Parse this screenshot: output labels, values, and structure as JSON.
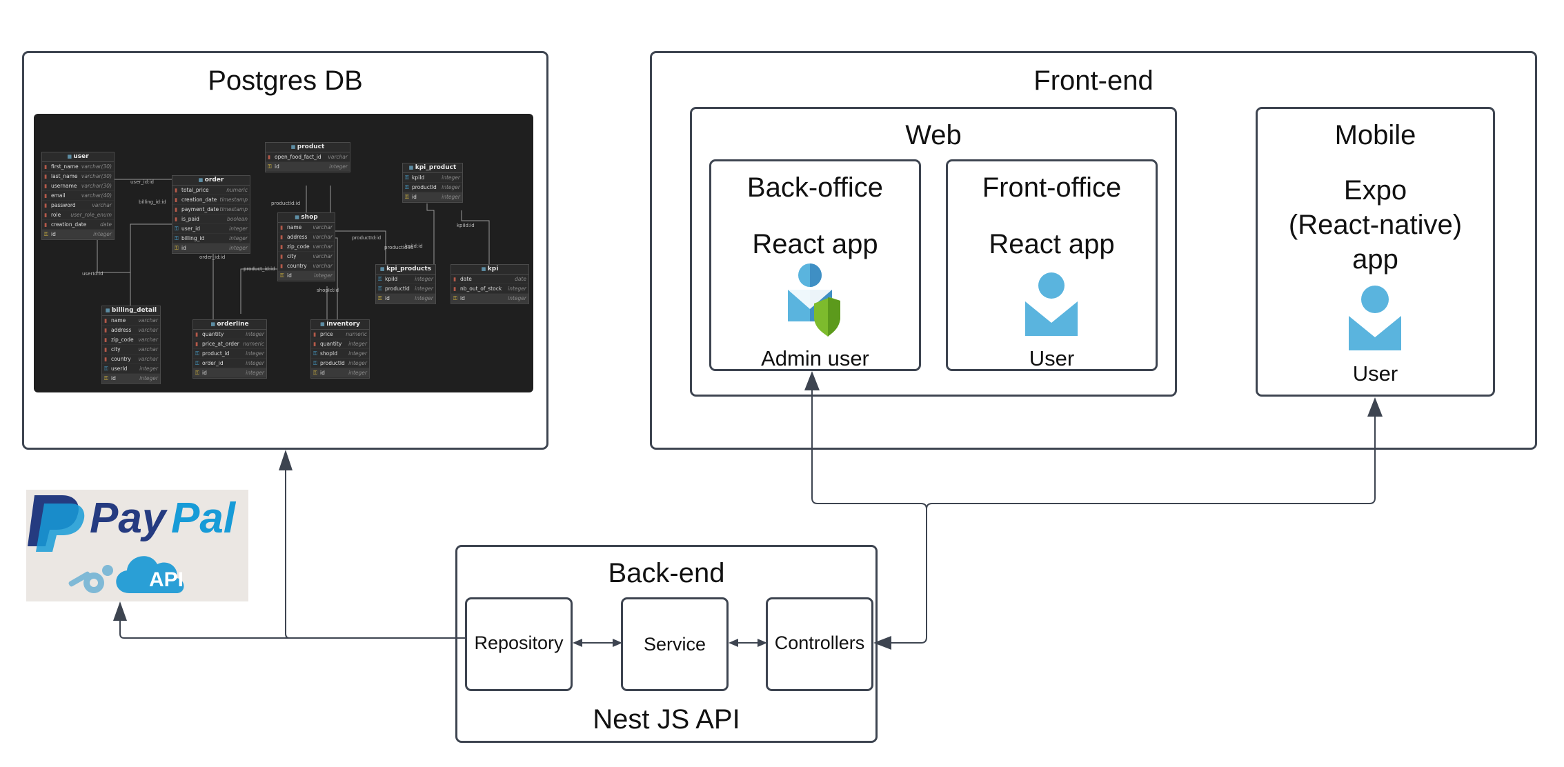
{
  "postgres": {
    "title": "Postgres DB",
    "tables": [
      {
        "name": "user",
        "rows": [
          [
            "first_name",
            "varchar(30)",
            "col"
          ],
          [
            "last_name",
            "varchar(30)",
            "col"
          ],
          [
            "username",
            "varchar(30)",
            "col"
          ],
          [
            "email",
            "varchar(40)",
            "col"
          ],
          [
            "password",
            "varchar",
            "col"
          ],
          [
            "role",
            "user_role_enum",
            "col"
          ],
          [
            "creation_date",
            "date",
            "col"
          ],
          [
            "id",
            "integer",
            "pk"
          ]
        ]
      },
      {
        "name": "order",
        "rows": [
          [
            "total_price",
            "numeric",
            "col"
          ],
          [
            "creation_date",
            "timestamp",
            "col"
          ],
          [
            "payment_date",
            "timestamp",
            "col"
          ],
          [
            "is_paid",
            "boolean",
            "col"
          ],
          [
            "user_id",
            "integer",
            "fk"
          ],
          [
            "billing_id",
            "integer",
            "fk"
          ],
          [
            "id",
            "integer",
            "pk"
          ]
        ]
      },
      {
        "name": "product",
        "rows": [
          [
            "open_food_fact_id",
            "varchar",
            "col"
          ],
          [
            "id",
            "integer",
            "pk"
          ]
        ]
      },
      {
        "name": "kpi_product",
        "rows": [
          [
            "kpiId",
            "integer",
            "fk"
          ],
          [
            "productId",
            "integer",
            "fk"
          ],
          [
            "id",
            "integer",
            "pk"
          ]
        ]
      },
      {
        "name": "shop",
        "rows": [
          [
            "name",
            "varchar",
            "col"
          ],
          [
            "address",
            "varchar",
            "col"
          ],
          [
            "zip_code",
            "varchar",
            "col"
          ],
          [
            "city",
            "varchar",
            "col"
          ],
          [
            "country",
            "varchar",
            "col"
          ],
          [
            "id",
            "integer",
            "pk"
          ]
        ]
      },
      {
        "name": "kpi_products",
        "rows": [
          [
            "kpiId",
            "integer",
            "fk"
          ],
          [
            "productId",
            "integer",
            "fk"
          ],
          [
            "id",
            "integer",
            "pk"
          ]
        ]
      },
      {
        "name": "kpi",
        "rows": [
          [
            "date",
            "date",
            "col"
          ],
          [
            "nb_out_of_stock",
            "integer",
            "col"
          ],
          [
            "id",
            "integer",
            "pk"
          ]
        ]
      },
      {
        "name": "billing_detail",
        "rows": [
          [
            "name",
            "varchar",
            "col"
          ],
          [
            "address",
            "varchar",
            "col"
          ],
          [
            "zip_code",
            "varchar",
            "col"
          ],
          [
            "city",
            "varchar",
            "col"
          ],
          [
            "country",
            "varchar",
            "col"
          ],
          [
            "userId",
            "integer",
            "fk"
          ],
          [
            "id",
            "integer",
            "pk"
          ]
        ]
      },
      {
        "name": "orderline",
        "rows": [
          [
            "quantity",
            "integer",
            "col"
          ],
          [
            "price_at_order",
            "numeric",
            "col"
          ],
          [
            "product_id",
            "integer",
            "fk"
          ],
          [
            "order_id",
            "integer",
            "fk"
          ],
          [
            "id",
            "integer",
            "pk"
          ]
        ]
      },
      {
        "name": "inventory",
        "rows": [
          [
            "price",
            "numeric",
            "col"
          ],
          [
            "quantity",
            "integer",
            "col"
          ],
          [
            "shopId",
            "integer",
            "fk"
          ],
          [
            "productId",
            "integer",
            "fk"
          ],
          [
            "id",
            "integer",
            "pk"
          ]
        ]
      }
    ],
    "relation_labels": [
      "user_id:id",
      "billing_id:id",
      "userId:id",
      "order_id:id",
      "product_id:id",
      "productId:id",
      "productId:id",
      "productId:id",
      "kpiId:id",
      "kpiId:id",
      "shopId:id"
    ]
  },
  "frontend": {
    "title": "Front-end",
    "web": {
      "title": "Web",
      "backoffice": {
        "title": "Back-office",
        "app": "React app",
        "user": "Admin user"
      },
      "frontoffice": {
        "title": "Front-office",
        "app": "React app",
        "user": "User"
      }
    },
    "mobile": {
      "title": "Mobile",
      "app_line1": "Expo",
      "app_line2": "(React-native)",
      "app_line3": "app",
      "user": "User"
    }
  },
  "paypal": {
    "brand_pay": "Pay",
    "brand_pal": "Pal",
    "api": "API"
  },
  "backend": {
    "title": "Back-end",
    "subtitle": "Nest JS API",
    "repository": "Repository",
    "service": "Service",
    "controllers": "Controllers"
  },
  "colors": {
    "border": "#3d4450",
    "user_icon": "#5ab4de",
    "user_icon_dark": "#3f8fc4",
    "shield": "#7dbb2d",
    "er_bg": "#1f1f1f",
    "paypal_dark": "#253b80",
    "paypal_light": "#179bd7"
  }
}
